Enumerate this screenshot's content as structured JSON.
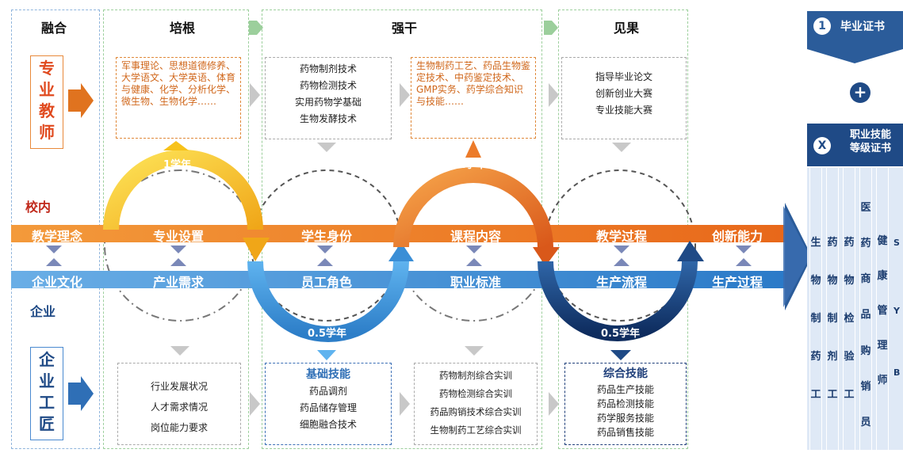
{
  "columns": {
    "ronghe": "融合",
    "peigen": "培根",
    "qianggan": "强干",
    "jianguo": "见果"
  },
  "left": {
    "teacher_chars": [
      "专",
      "业",
      "教",
      "师"
    ],
    "campus": "校内",
    "enterprise": "企业",
    "craftsman_chars": [
      "企",
      "业",
      "工",
      "匠"
    ]
  },
  "bands": {
    "orange": [
      "教学理念",
      "专业设置",
      "学生身份",
      "课程内容",
      "教学过程",
      "创新能力"
    ],
    "blue": [
      "企业文化",
      "产业需求",
      "员工角色",
      "职业标准",
      "生产流程",
      "生产过程"
    ]
  },
  "arcs": {
    "year1a": "1学年",
    "half1": "0.5学年",
    "year1b": "1学年",
    "half2": "0.5学年"
  },
  "top_boxes": {
    "peigen": "军事理论、思想道德修养、大学语文、大学英语、体育与健康、化学、分析化学、微生物、生物化学……",
    "qianggan1": [
      "药物制剂技术",
      "药物检测技术",
      "实用药物学基础",
      "生物发酵技术"
    ],
    "qianggan2": "生物制药工艺、药品生物鉴定技术、中药鉴定技术、GMP实务、药学综合知识与技能……",
    "jianguo": [
      "指导毕业论文",
      "创新创业大赛",
      "专业技能大赛"
    ]
  },
  "bottom_boxes": {
    "peigen": [
      "行业发展状况",
      "人才需求情况",
      "岗位能力要求"
    ],
    "jichu": {
      "title": "基础技能",
      "items": [
        "药品调剂",
        "药品储存管理",
        "细胞融合技术"
      ]
    },
    "zonghe_shixun": [
      "药物制剂综合实训",
      "药物检测综合实训",
      "药品购销技术综合实训",
      "生物制药工艺综合实训"
    ],
    "zonghe": {
      "title": "综合技能",
      "items": [
        "药品生产技能",
        "药品检测技能",
        "药学服务技能",
        "药品销售技能"
      ]
    }
  },
  "certs": {
    "one_num": "1",
    "one_label": "毕业证书",
    "plus": "+",
    "x_num": "X",
    "x_label_1": "职业技能",
    "x_label_2": "等级证书",
    "jobs": [
      [
        "生",
        "物",
        "制",
        "药",
        "工"
      ],
      [
        "药",
        "物",
        "制",
        "剂",
        "工"
      ],
      [
        "药",
        "物",
        "检",
        "验",
        "工"
      ],
      [
        "医",
        "药",
        "商",
        "品",
        "购",
        "销",
        "员"
      ],
      [
        "健",
        "康",
        "管",
        "理",
        "师"
      ]
    ],
    "cut_letters": [
      "S",
      "Y",
      "B"
    ]
  },
  "colors": {
    "orange": "#ec7b2a",
    "blue": "#4a90d2",
    "navy": "#1f4a86",
    "yellow": "#f7c21a",
    "green": "#9ccf9c"
  }
}
